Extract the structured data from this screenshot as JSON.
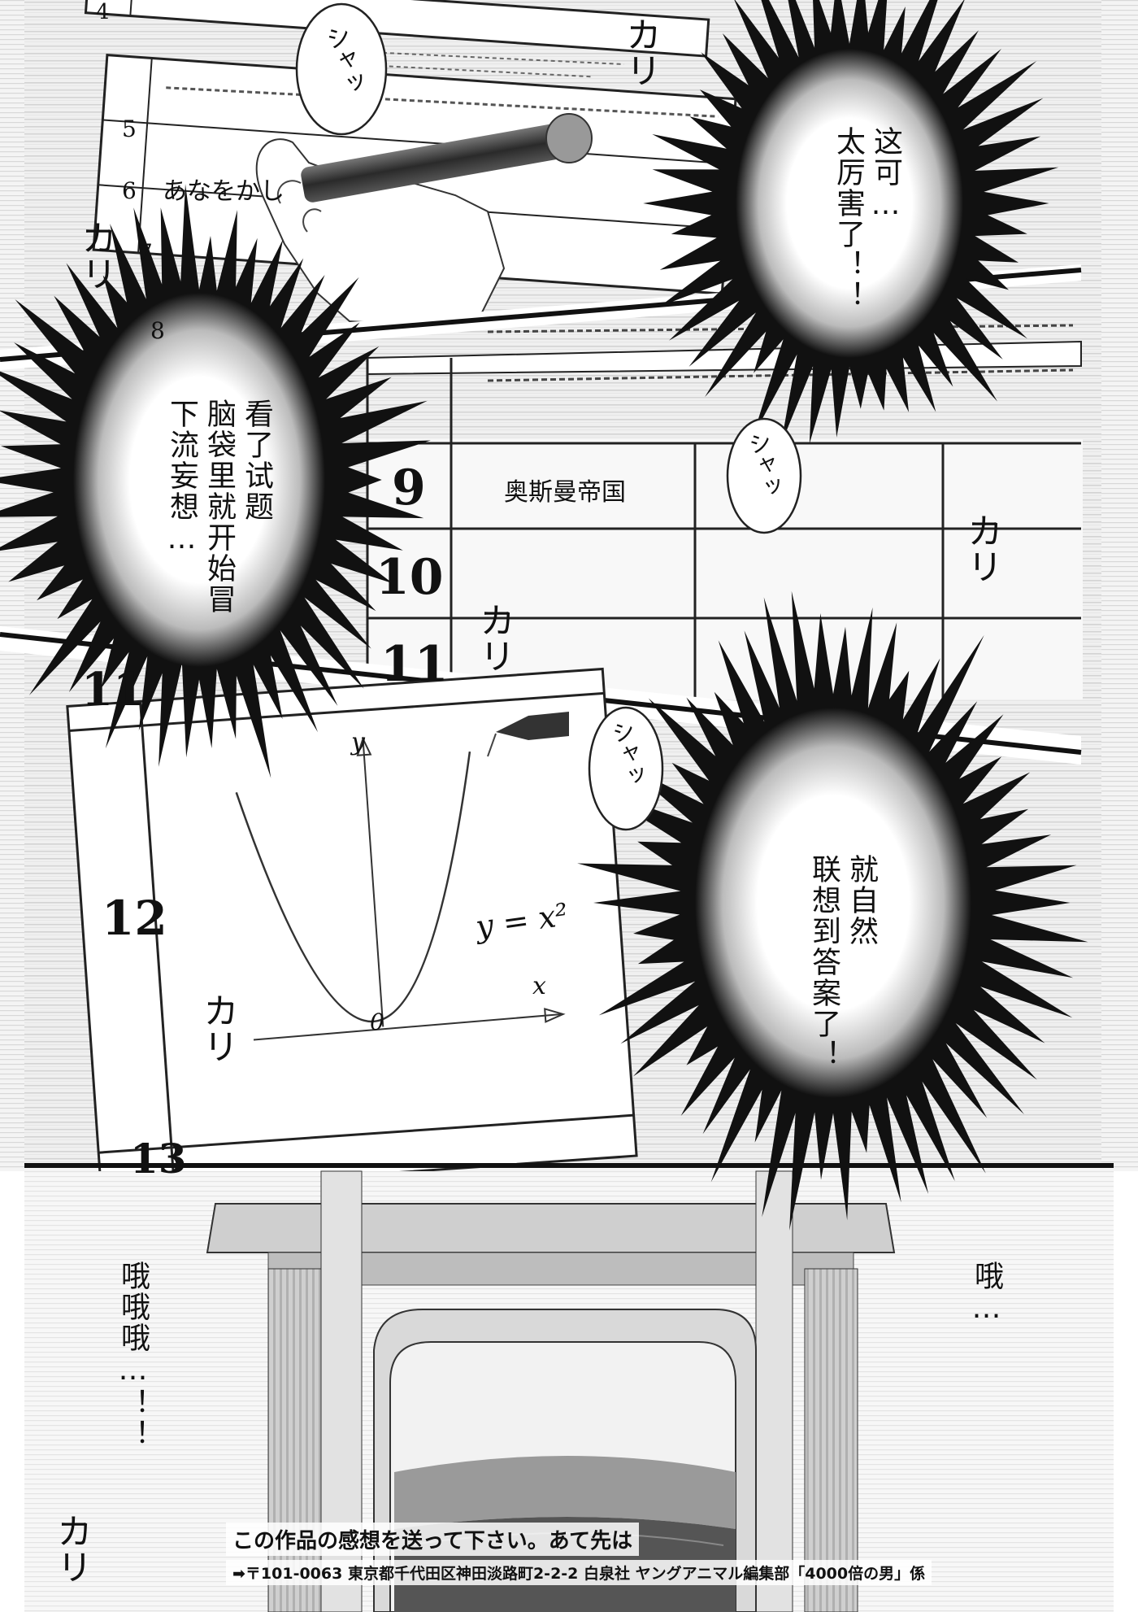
{
  "bubbles": {
    "top_right": [
      "这可…",
      "太厉害了！！"
    ],
    "left": [
      "看了试题",
      "脑袋里就开始冒",
      "下流妄想…"
    ],
    "right_middle": [
      "就自然",
      "联想到答案了！"
    ],
    "bottom_left": [
      "哦哦哦…！！"
    ],
    "bottom_right": [
      "哦…"
    ]
  },
  "sfx": {
    "shah": "シャッ",
    "kari": "カリ"
  },
  "answer_sheet": {
    "rows_top": [
      "4",
      "5",
      "6",
      "7",
      "8"
    ],
    "answer_6": "あなをかし",
    "rows_mid": [
      "9",
      "10",
      "11"
    ],
    "answer_9": "奥斯曼帝国",
    "rows_bottom": [
      "11",
      "12",
      "13"
    ],
    "graph_y_axis": "y",
    "graph_x_axis": "x",
    "graph_origin": "0",
    "graph_equation": "y = x²"
  },
  "footer": {
    "line1": "この作品の感想を送って下さい。あて先は",
    "line2": "➡〒101-0063  東京都千代田区神田淡路町2-2-2  白泉社  ヤングアニマル編集部「4000倍の男」係"
  }
}
